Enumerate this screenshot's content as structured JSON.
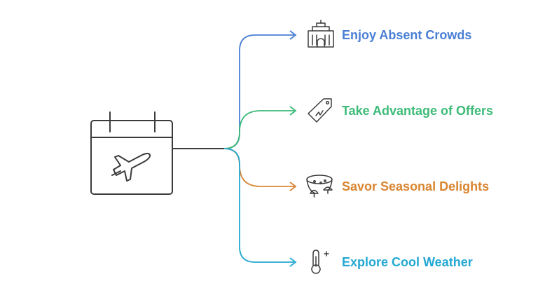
{
  "hub": {
    "icon": "calendar-airplane-icon"
  },
  "branches": [
    {
      "label": "Enjoy Absent Crowds",
      "icon": "landmark-icon",
      "color": "#4a7fd4"
    },
    {
      "label": "Take Advantage of Offers",
      "icon": "price-tag-icon",
      "color": "#3dbb78"
    },
    {
      "label": "Savor Seasonal Delights",
      "icon": "bowl-mushroom-icon",
      "color": "#d98530"
    },
    {
      "label": "Explore Cool Weather",
      "icon": "thermometer-icon",
      "color": "#24a8d2"
    }
  ],
  "colors": {
    "stroke": "#3b3b3b",
    "background": "#ffffff"
  }
}
